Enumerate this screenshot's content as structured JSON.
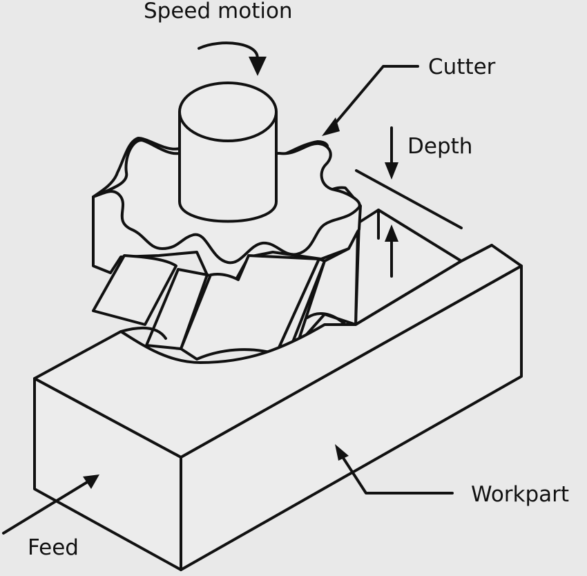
{
  "labels": {
    "speed": "Speed motion",
    "cutter": "Cutter",
    "depth": "Depth",
    "workpart": "Workpart",
    "feed": "Feed"
  },
  "colors": {
    "background": "#e9e9e9",
    "stroke": "#111111",
    "fill": "#ececec"
  }
}
